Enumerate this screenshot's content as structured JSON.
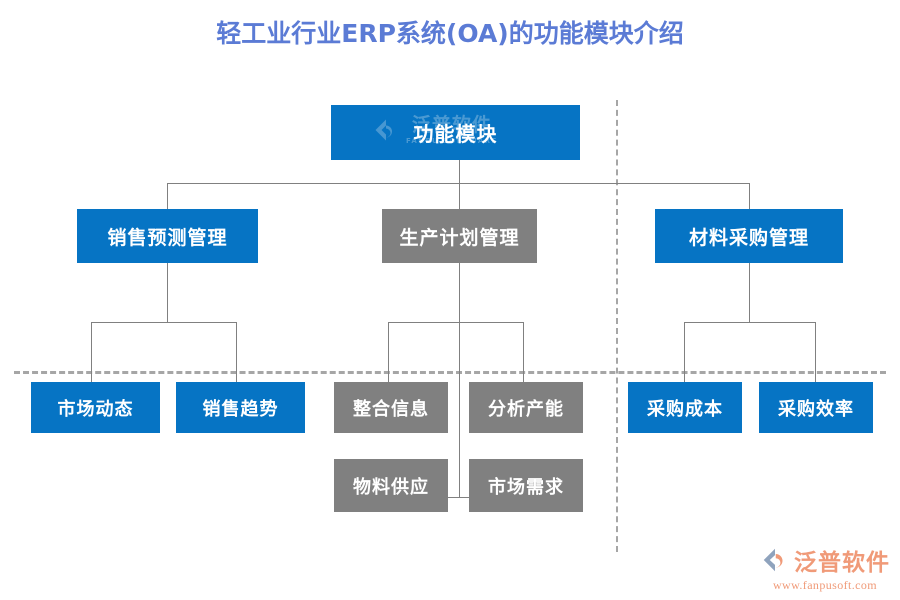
{
  "page": {
    "title": "轻工业行业ERP系统(OA)的功能模块介绍",
    "accent_blue": "#0674c4",
    "accent_gray": "#808080",
    "title_color": "#5b7bd5",
    "logo_color": "#f09a78",
    "guide_color": "#a6a6a6"
  },
  "diagram": {
    "root": {
      "label": "功能模块",
      "color": "blue"
    },
    "branches": [
      {
        "label": "销售预测管理",
        "color": "blue",
        "children": [
          {
            "label": "市场动态",
            "color": "blue"
          },
          {
            "label": "销售趋势",
            "color": "blue"
          }
        ]
      },
      {
        "label": "生产计划管理",
        "color": "gray",
        "children": [
          {
            "label": "整合信息",
            "color": "gray"
          },
          {
            "label": "分析产能",
            "color": "gray"
          },
          {
            "label": "物料供应",
            "color": "gray"
          },
          {
            "label": "市场需求",
            "color": "gray"
          }
        ]
      },
      {
        "label": "材料采购管理",
        "color": "blue",
        "children": [
          {
            "label": "采购成本",
            "color": "blue"
          },
          {
            "label": "采购效率",
            "color": "blue"
          }
        ]
      }
    ]
  },
  "watermark": {
    "cn": "泛普软件",
    "en": "FANPU SOFTWARE"
  },
  "logo": {
    "name": "泛普软件",
    "url": "www.fanpusoft.com"
  }
}
